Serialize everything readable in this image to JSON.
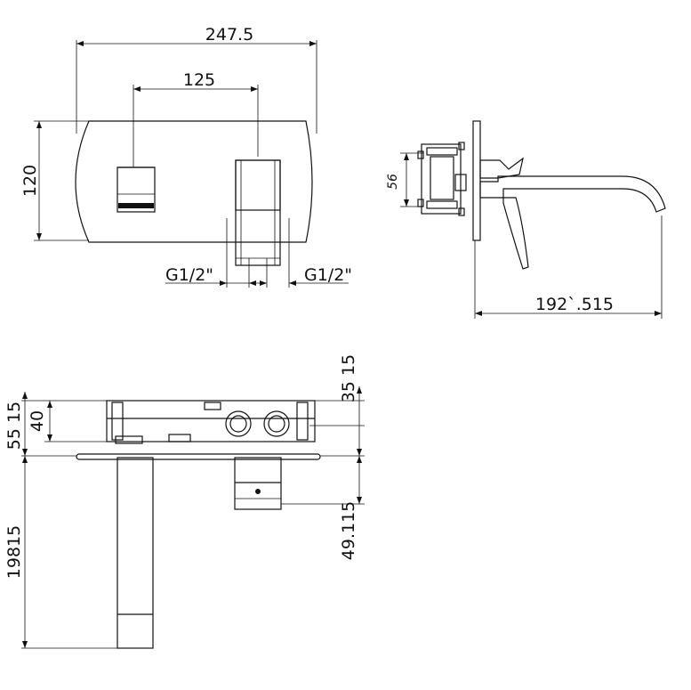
{
  "dimensions": {
    "front_width": "247.5",
    "front_spacing": "125",
    "front_height": "120",
    "thread_left": "G1/2\"",
    "thread_right": "G1/2\"",
    "side_body": "56",
    "side_projection": "192`.515",
    "plan_right_top": "35 15",
    "plan_left_stack": "55 15",
    "plan_body_depth": "40",
    "plan_handle_depth": "49.115",
    "plan_spout_length": "19815"
  },
  "icons": {
    "arrow": "arrowhead-icon"
  }
}
